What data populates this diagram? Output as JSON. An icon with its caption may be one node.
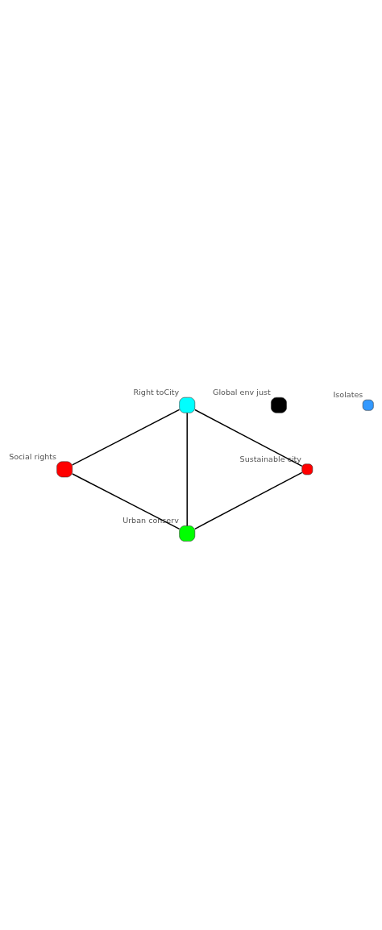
{
  "diagram": {
    "nodes": [
      {
        "text": [],
        "shape": "box",
        "beside": [
          "Social rights"
        ]
      },
      {
        "text": [],
        "shape": "box",
        "beside": [
          "Right toCity"
        ]
      },
      {
        "text": [],
        "shape": "box",
        "beside": [
          "Urban conserv"
        ]
      },
      {
        "text": [],
        "shape": "box",
        "beside": [
          "Sustainable city"
        ]
      },
      {
        "text": [],
        "shape": "box",
        "beside": [
          "Global env just"
        ]
      },
      {
        "text": [],
        "shape": "box",
        "beside": [
          "Isolates"
        ]
      }
    ],
    "edges": [
      {
        "from": 1,
        "to": 0,
        "arrow": "none"
      },
      {
        "from": 1,
        "to": 3,
        "arrow": "none"
      },
      {
        "from": 1,
        "to": 2,
        "arrow": "none"
      },
      {
        "from": 0,
        "to": 2,
        "arrow": "none"
      },
      {
        "from": 3,
        "to": 2,
        "arrow": "none"
      }
    ]
  }
}
